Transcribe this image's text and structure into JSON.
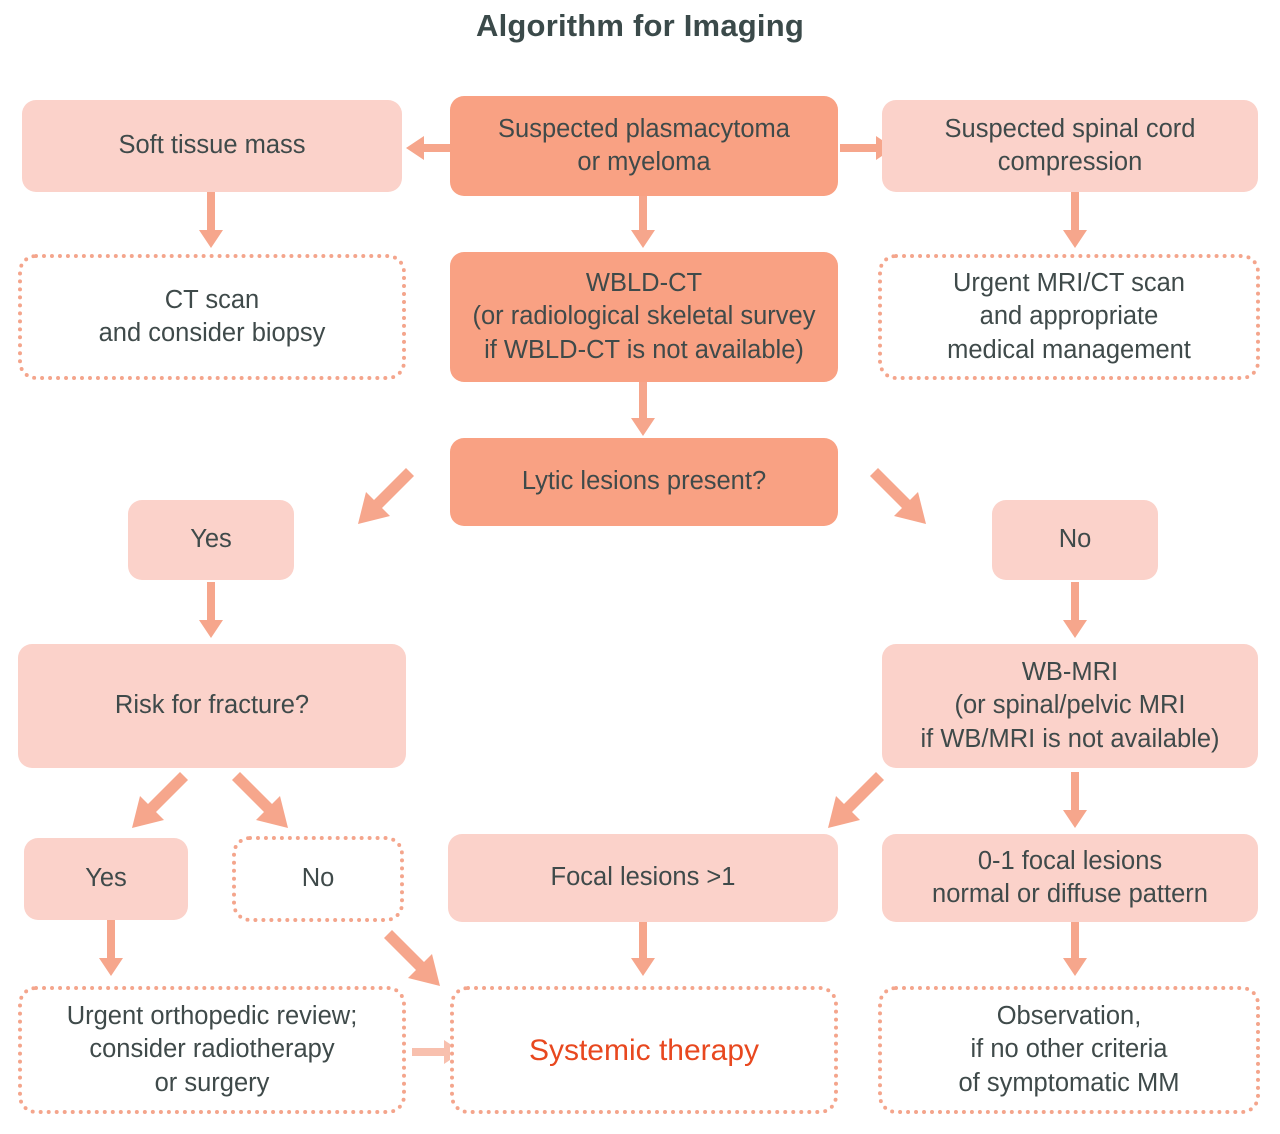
{
  "title": "Algorithm for Imaging",
  "colors": {
    "title_text": "#3b4a4a",
    "node_text": "#3f4a4a",
    "accent_text": "#e8481f",
    "fill_light": "#fbd2ca",
    "fill_dark": "#f9a183",
    "dashed_border": "#f4a58c",
    "arrow": "#f6a68c",
    "background": "#ffffff"
  },
  "nodes": [
    {
      "id": "soft-tissue-mass",
      "label": "Soft tissue mass"
    },
    {
      "id": "suspected-plasmacytoma",
      "label": "Suspected plasmacytoma\nor myeloma"
    },
    {
      "id": "suspected-cord-compression",
      "label": "Suspected spinal cord\ncompression"
    },
    {
      "id": "ct-scan-biopsy",
      "label": "CT scan\nand consider biopsy"
    },
    {
      "id": "wbld-ct",
      "label": "WBLD-CT\n(or radiological skeletal survey\nif WBLD-CT is not available)"
    },
    {
      "id": "urgent-mri-ct",
      "label": "Urgent MRI/CT scan\nand appropriate\nmedical management"
    },
    {
      "id": "lytic-lesions-present",
      "label": "Lytic lesions present?"
    },
    {
      "id": "lytic-yes",
      "label": "Yes"
    },
    {
      "id": "lytic-no",
      "label": "No"
    },
    {
      "id": "risk-for-fracture",
      "label": "Risk for fracture?"
    },
    {
      "id": "wb-mri",
      "label": "WB-MRI\n(or spinal/pelvic MRI\nif WB/MRI is not available)"
    },
    {
      "id": "fracture-yes",
      "label": "Yes"
    },
    {
      "id": "fracture-no",
      "label": "No"
    },
    {
      "id": "focal-lesions-gt1",
      "label": "Focal lesions >1"
    },
    {
      "id": "focal-lesions-0-1",
      "label": "0-1 focal lesions\nnormal or diffuse pattern"
    },
    {
      "id": "urgent-orthopedic",
      "label": "Urgent orthopedic review;\nconsider radiotherapy\nor surgery"
    },
    {
      "id": "systemic-therapy",
      "label": "Systemic therapy"
    },
    {
      "id": "observation",
      "label": "Observation,\nif no other criteria\nof symptomatic MM"
    }
  ]
}
